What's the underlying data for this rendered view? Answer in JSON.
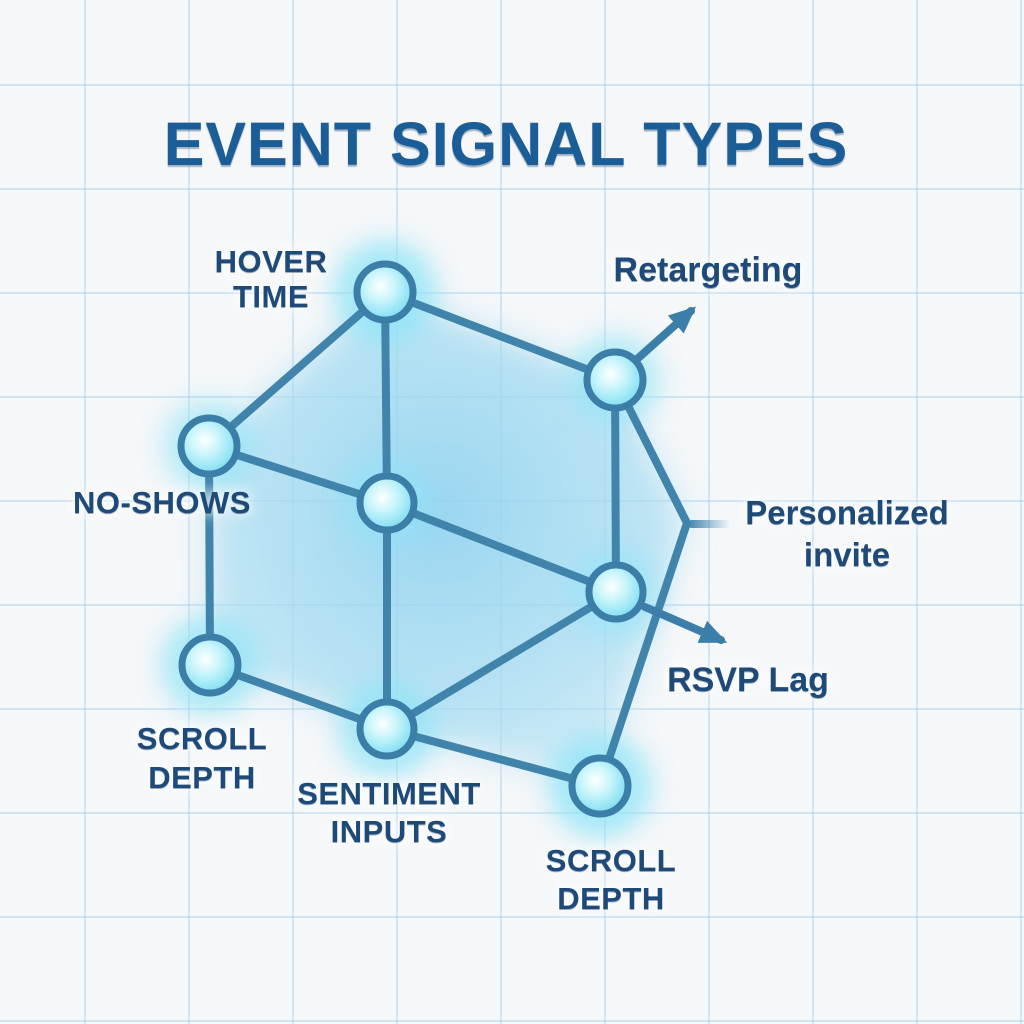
{
  "title": "EVENT SIGNAL TYPES",
  "labels": {
    "hover_time": {
      "line1": "HOVER",
      "line2": "TIME"
    },
    "retargeting": {
      "line1": "Retargeting"
    },
    "no_shows": {
      "line1": "NO-SHOWS"
    },
    "personalized_invite": {
      "line1": "Personalized",
      "line2": "invite"
    },
    "rsvp_lag": {
      "line1": "RSVP Lag"
    },
    "scroll_depth_left": {
      "line1": "SCROLL",
      "line2": "DEPTH"
    },
    "sentiment_inputs": {
      "line1": "SENTIMENT",
      "line2": "INPUTS"
    },
    "scroll_depth_right": {
      "line1": "SCROLL",
      "line2": "DEPTH"
    }
  },
  "graph": {
    "nodes": [
      {
        "id": "hover-time",
        "label": "HOVER TIME"
      },
      {
        "id": "retargeting-node",
        "label": "Retargeting"
      },
      {
        "id": "no-shows",
        "label": "NO-SHOWS"
      },
      {
        "id": "central-hub",
        "label": ""
      },
      {
        "id": "rsvp-node",
        "label": "RSVP Lag"
      },
      {
        "id": "scroll-depth-left",
        "label": "SCROLL DEPTH"
      },
      {
        "id": "sentiment-inputs",
        "label": "SENTIMENT INPUTS"
      },
      {
        "id": "scroll-depth-right",
        "label": "SCROLL DEPTH"
      }
    ],
    "edges": [
      [
        "hover-time",
        "no-shows"
      ],
      [
        "hover-time",
        "central-hub"
      ],
      [
        "hover-time",
        "retargeting-node"
      ],
      [
        "no-shows",
        "central-hub"
      ],
      [
        "no-shows",
        "scroll-depth-left"
      ],
      [
        "central-hub",
        "rsvp-node"
      ],
      [
        "central-hub",
        "sentiment-inputs"
      ],
      [
        "retargeting-node",
        "rsvp-node"
      ],
      [
        "retargeting-node",
        "scroll-depth-right"
      ],
      [
        "scroll-depth-left",
        "sentiment-inputs"
      ],
      [
        "sentiment-inputs",
        "rsvp-node"
      ],
      [
        "sentiment-inputs",
        "scroll-depth-right"
      ]
    ],
    "callouts": [
      {
        "from": "retargeting-node",
        "type": "arrow",
        "label": "Retargeting"
      },
      {
        "from": "rsvp-node",
        "type": "arrow",
        "label": "RSVP Lag"
      },
      {
        "from": "right-outline-bend",
        "type": "fading-tick",
        "label": "Personalized invite"
      }
    ]
  },
  "colors": {
    "background": "#f5f7f9",
    "grid_line": "#cde3f3",
    "title_text": "#1b5d96",
    "label_text": "#1e4a7a",
    "edge_line": "#4084ac",
    "node_ring": "#3b7ea8",
    "node_core": "#aeeef8",
    "glow": "#8ee4f7",
    "interior_fill": "#a9ddf0"
  }
}
